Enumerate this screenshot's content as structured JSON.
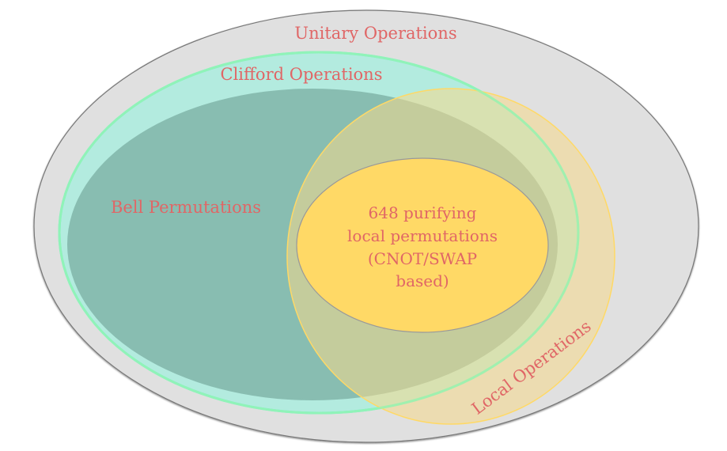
{
  "diagram": {
    "type": "venn",
    "sets": {
      "unitary": {
        "label": "Unitary Operations",
        "fill": "#e0e0e0",
        "stroke": "#666666"
      },
      "clifford": {
        "label": "Clifford Operations",
        "fill": "#b3ebdf",
        "stroke": "#5ef5d5"
      },
      "bell": {
        "label": "Bell Permutations",
        "fill": "#88bdb1"
      },
      "local": {
        "label": "Local Operations",
        "fill": "#ffd966",
        "stroke": "#ffd966"
      },
      "purifying": {
        "label_lines": [
          "648 purifying",
          "local permutations",
          "(CNOT/SWAP",
          "based)"
        ],
        "fill": "#ffd966",
        "stroke": "#999999"
      }
    },
    "text_color": "#e06666"
  }
}
